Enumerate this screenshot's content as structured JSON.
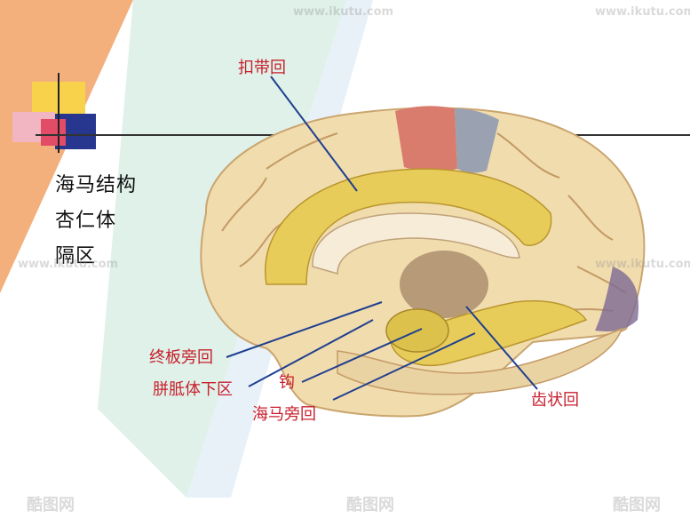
{
  "side_list": [
    "海马结构",
    "杏仁体",
    "隔区"
  ],
  "labels": {
    "cingulate_gyrus": "扣带回",
    "paraterminal_gyrus": "终板旁回",
    "subcallosal_area": "胼胝体下区",
    "uncus": "钩",
    "parahippocampal_gyrus": "海马旁回",
    "dentate_gyrus": "齿状回"
  },
  "watermark": {
    "url": "www.ikutu.com",
    "brand": "酷图网"
  },
  "colors": {
    "label_text": "#c8202e",
    "leader_line": "#1f3f8f",
    "limbic_fill": "#e8cc5a",
    "cortex_fill": "#f1dcae"
  }
}
